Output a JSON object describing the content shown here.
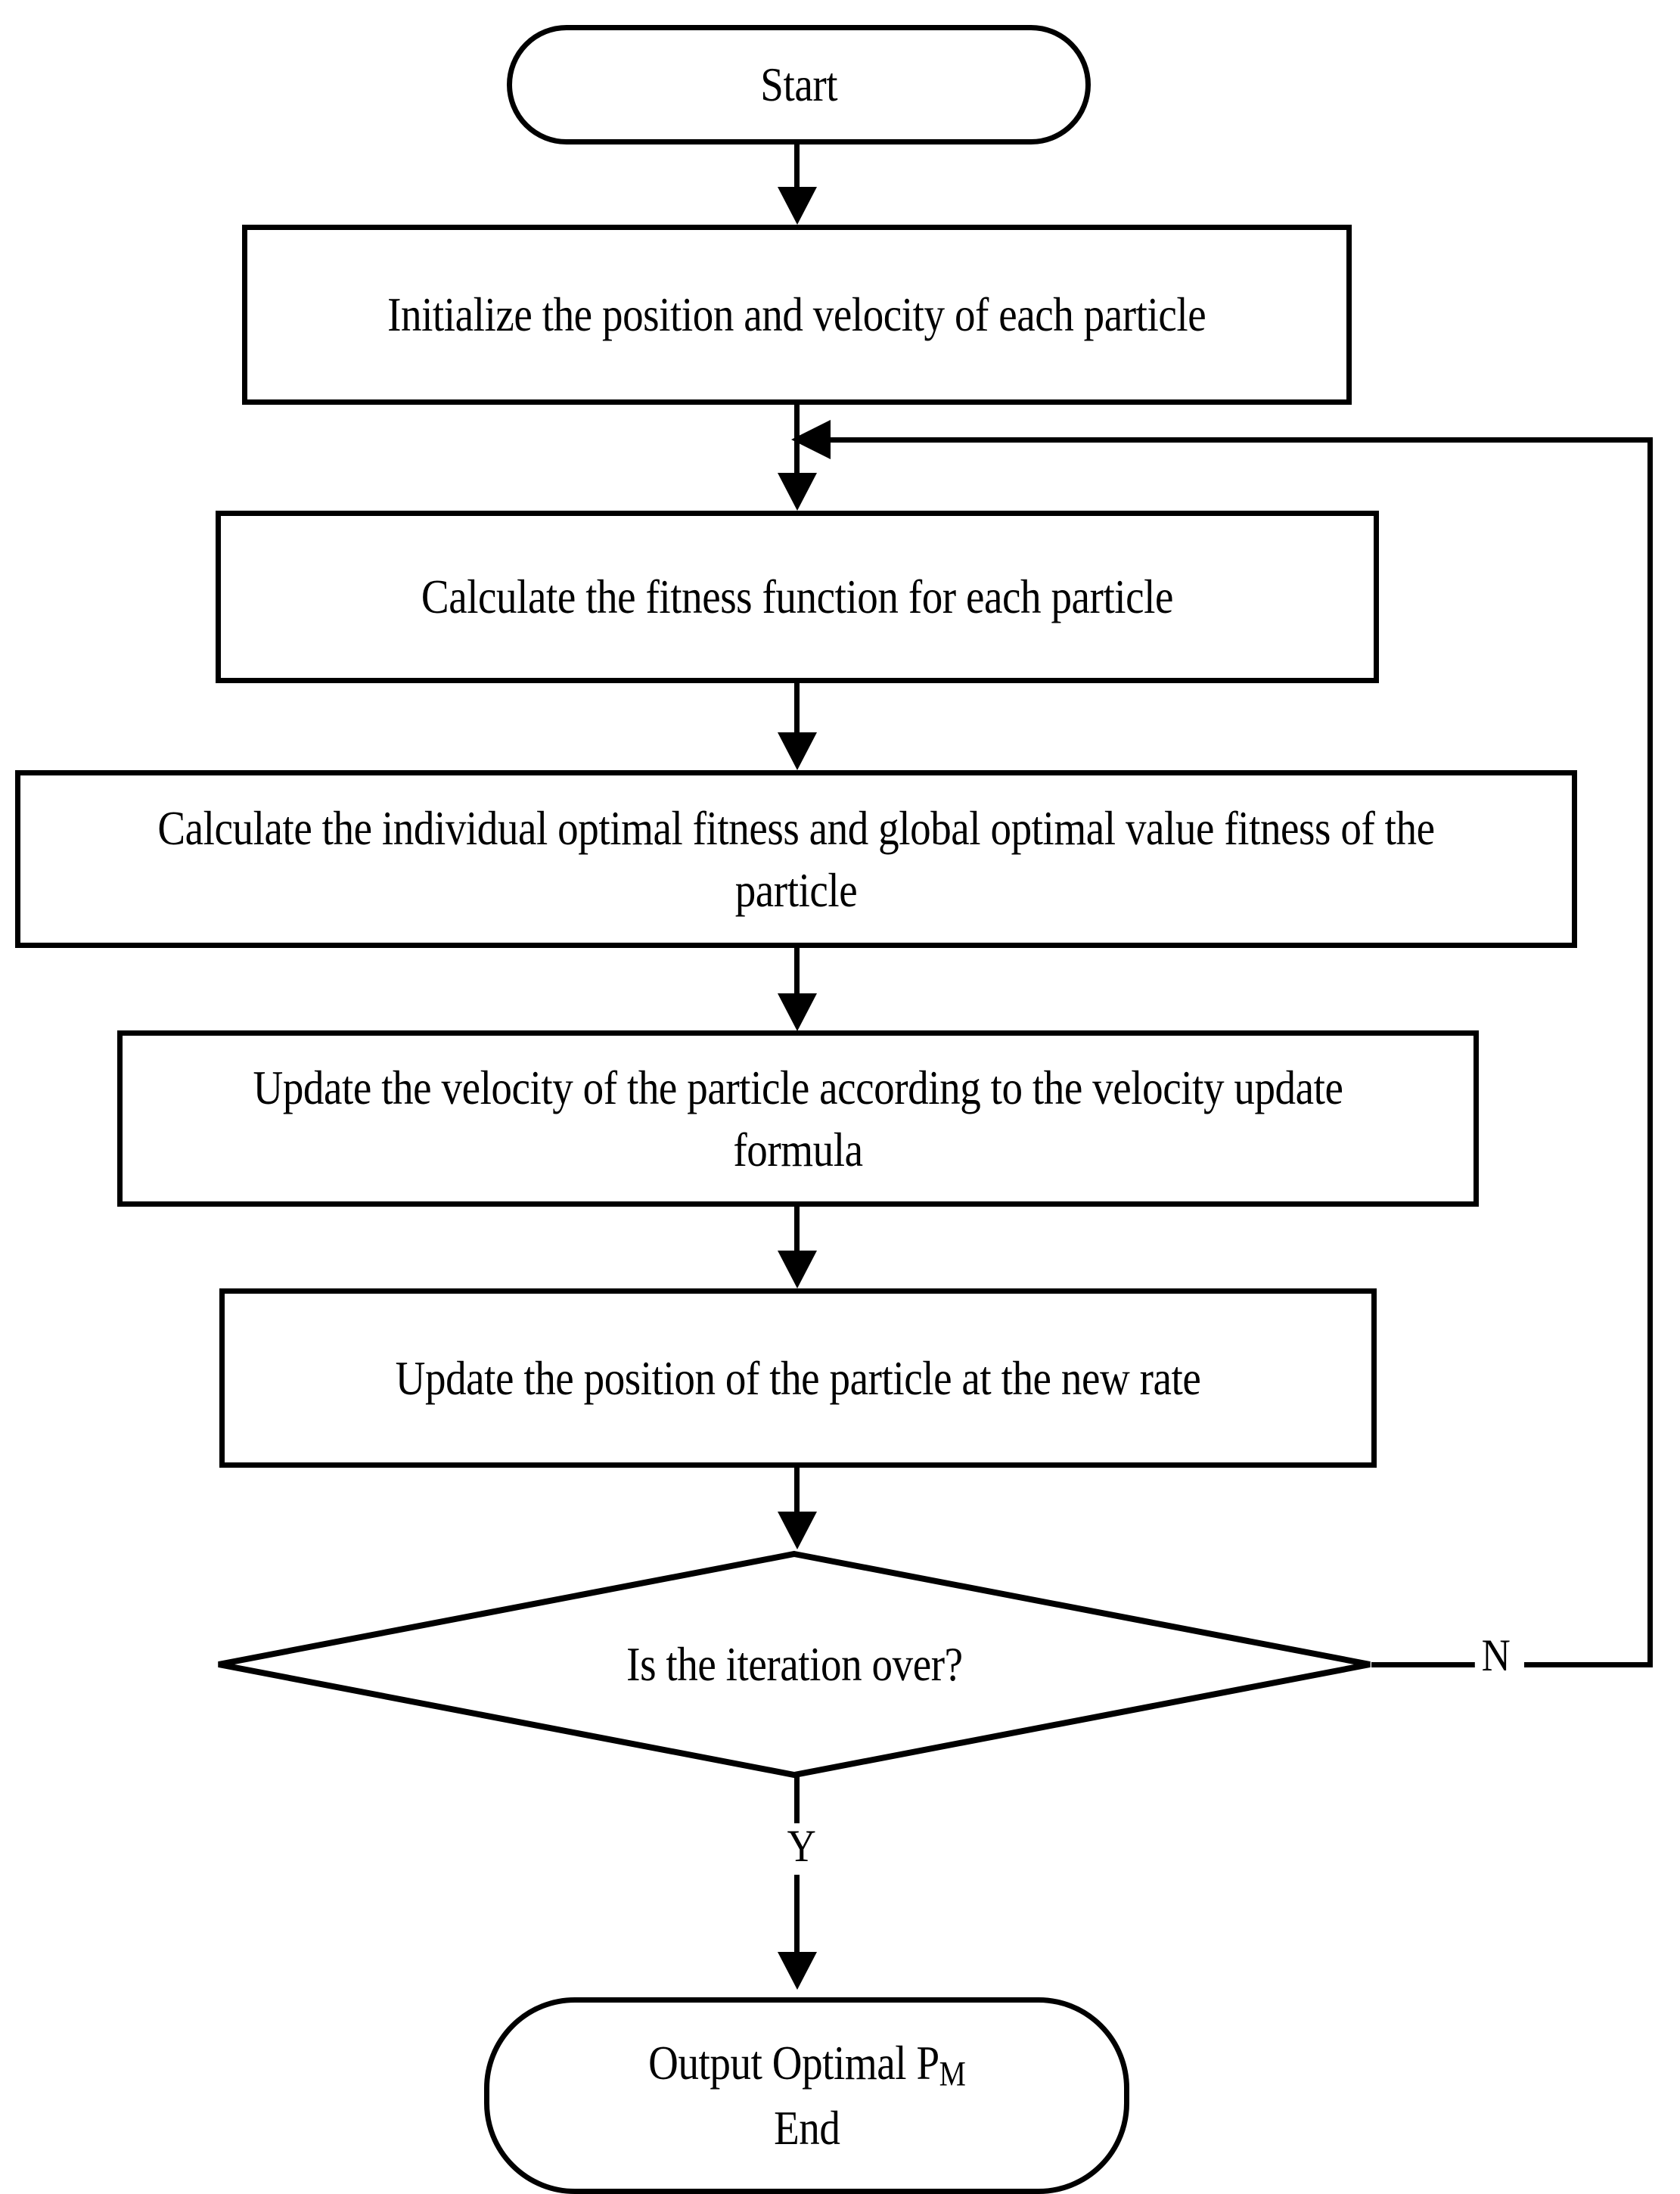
{
  "diagram": {
    "title": "Particle Swarm Optimization flowchart",
    "stroke_color": "#000000",
    "background_color": "#ffffff",
    "nodes": [
      {
        "id": "start",
        "shape": "terminator",
        "label": "Start"
      },
      {
        "id": "init",
        "shape": "process",
        "label": "Initialize the position and velocity of each particle"
      },
      {
        "id": "fitness",
        "shape": "process",
        "label": "Calculate the fitness function for each particle"
      },
      {
        "id": "optimal",
        "shape": "process",
        "label": "Calculate the individual optimal fitness and global optimal value fitness of the particle"
      },
      {
        "id": "velocity",
        "shape": "process",
        "label": "Update the velocity of the particle according to the velocity update formula"
      },
      {
        "id": "position",
        "shape": "process",
        "label": "Update the position of the particle at the new rate"
      },
      {
        "id": "decision",
        "shape": "decision",
        "label": "Is the iteration over?"
      },
      {
        "id": "end",
        "shape": "terminator",
        "label_line1_pre": "Output Optimal P",
        "label_line1_sub": "M",
        "label_line2": "End"
      }
    ],
    "edge_labels": {
      "no": "N",
      "yes": "Y"
    }
  }
}
